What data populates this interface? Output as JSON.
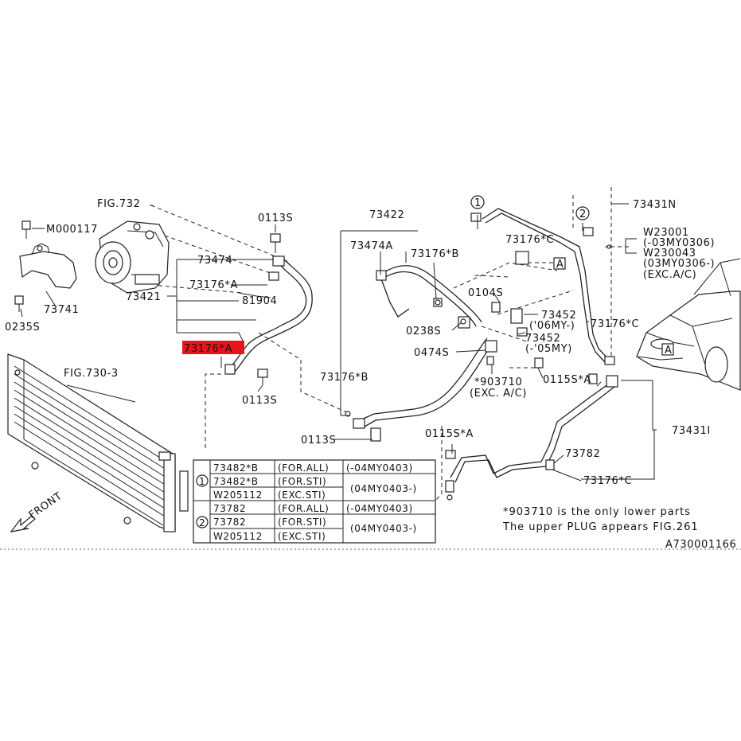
{
  "labels": {
    "fig732": "FIG.732",
    "m000117": "M000117",
    "p73741": "73741",
    "p0235s": "0235S",
    "p0113s_top": "0113S",
    "p73474": "73474",
    "p73176a_1": "73176*A",
    "p73421": "73421",
    "p81904": "81904",
    "p73176a_hl": "73176*A",
    "p0113s_mid": "0113S",
    "fig7303": "FIG.730-3",
    "p73422": "73422",
    "p73474a": "73474A",
    "p73176b_top": "73176*B",
    "p0238s": "0238S",
    "p0474s": "0474S",
    "p73176b_mid": "73176*B",
    "p0113s_low": "0113S",
    "p0115sa_low": "0115S*A",
    "p73176c_top": "73176*C",
    "p0104s": "0104S",
    "p73452_a": "73452",
    "p06my": "('06MY-)",
    "p73452_b": "73452",
    "p05my": "(-'05MY)",
    "p903710": "*903710",
    "p903710_note": "(EXC. A/C)",
    "p0115sa_mid": "0115S*A",
    "p73431n": "73431N",
    "w23001": "W23001",
    "w23001_note": "(-03MY0306)",
    "w230043": "W230043",
    "w230043_note": "(03MY0306-)",
    "exc_ac": "(EXC.A/C)",
    "p73176c_right": "73176*C",
    "p73431i": "73431I",
    "p73782": "73782",
    "p73176c_low": "73176*C",
    "callout_1": "1",
    "callout_2": "2",
    "box_a": "A",
    "front": "FRONT"
  },
  "table": {
    "group1_marker": "1",
    "group2_marker": "2",
    "rows": [
      {
        "part": "73482*B",
        "cond": "(FOR.ALL)",
        "range": "(-04MY0403)"
      },
      {
        "part": "73482*B",
        "cond": "(FOR.STI)",
        "range": "(04MY0403-)"
      },
      {
        "part": "W205112",
        "cond": "(EXC.STI)",
        "range": ""
      },
      {
        "part": "73782",
        "cond": "(FOR.ALL)",
        "range": "(-04MY0403)"
      },
      {
        "part": "73782",
        "cond": "(FOR.STI)",
        "range": "(04MY0403-)"
      },
      {
        "part": "W205112",
        "cond": "(EXC.STI)",
        "range": ""
      }
    ]
  },
  "notes": {
    "line1": "*903710 is the only lower parts",
    "line2": "The upper PLUG appears FIG.261"
  },
  "footer": {
    "diagram_id": "A730001166"
  },
  "colors": {
    "highlight": "#e8141c",
    "line": "#222222",
    "background": "#ffffff"
  }
}
